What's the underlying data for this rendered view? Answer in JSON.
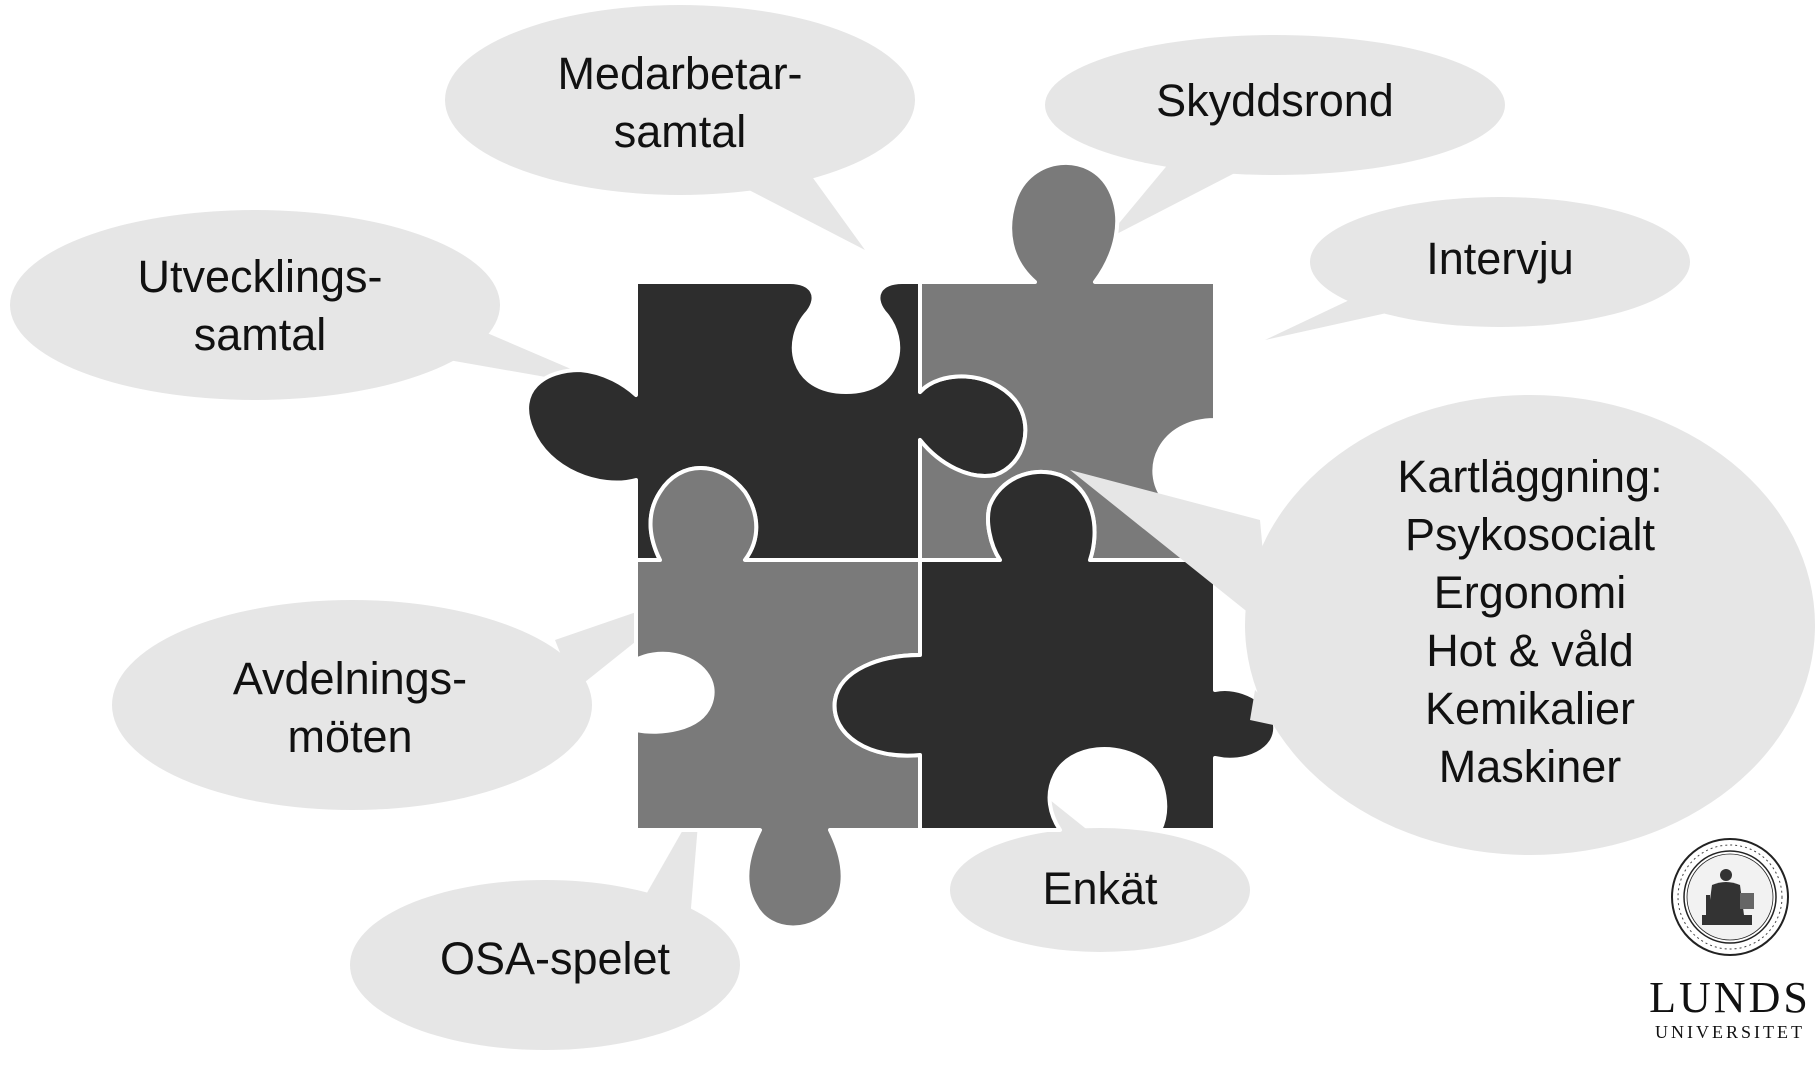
{
  "bubbles": {
    "medarbetarsamtal": {
      "line1": "Medarbetar-",
      "line2": "samtal"
    },
    "skyddsrond": {
      "line1": "Skyddsrond"
    },
    "utvecklingssamtal": {
      "line1": "Utvecklings-",
      "line2": "samtal"
    },
    "intervju": {
      "line1": "Intervju"
    },
    "kartlaggning": {
      "lines": [
        "Kartläggning:",
        "Psykosocialt",
        "Ergonomi",
        "Hot & våld",
        "Kemikalier",
        "Maskiner"
      ]
    },
    "avdelningsmoten": {
      "line1": "Avdelnings-",
      "line2": "möten"
    },
    "enkat": {
      "line1": "Enkät"
    },
    "osa_spelet": {
      "line1": "OSA-spelet"
    }
  },
  "logo": {
    "wordmark_line1": "LUNDS",
    "wordmark_line2": "UNIVERSITET",
    "seal_text": "SIGILLVM UNIVERSITATIS CAROLINAE GOTHORUM 1666"
  },
  "colors": {
    "bubble": "#e6e6e6",
    "piece_dark": "#2d2d2d",
    "piece_mid": "#7a7a7a",
    "outline": "#ffffff"
  }
}
